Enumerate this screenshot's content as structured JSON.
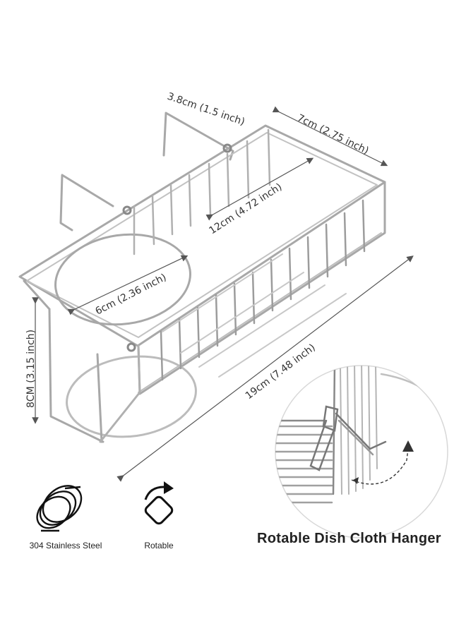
{
  "dimensions": {
    "depth": "3.8cm (1.5 inch)",
    "width": "7cm (2.75 inch)",
    "inner_length": "12cm (4.72 inch)",
    "ring": "6cm (2.36 inch)",
    "height": "8CM (3.15 inch)",
    "length": "19cm (7.48 inch)"
  },
  "features": {
    "material": "304 Stainless Steel",
    "rotation": "Rotable"
  },
  "detail_caption": "Rotable Dish Cloth Hanger",
  "icons": [
    "steel-coil-icon",
    "rotate-icon"
  ],
  "colors": {
    "wire": "#9a9a9a",
    "wire_dark": "#6e6e6e",
    "text": "#222222",
    "dim_line": "#555555"
  }
}
